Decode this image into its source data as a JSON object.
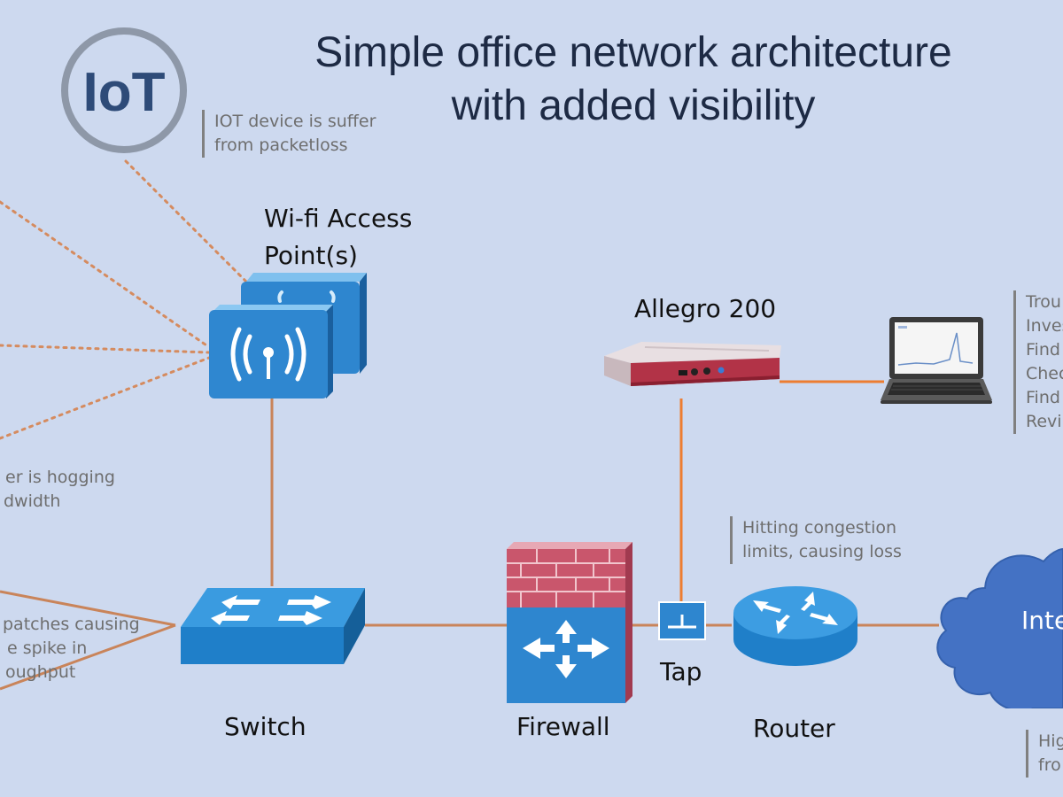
{
  "title": {
    "line1": "Simple office network architecture",
    "line2": "with added visibility"
  },
  "devices": {
    "iot": {
      "icon": "iot-icon",
      "glyph": "IoT"
    },
    "wifi": {
      "label_line1": "Wi-fi Access",
      "label_line2": "Point(s)",
      "icon": "wifi-access-point-icon"
    },
    "allegro": {
      "label": "Allegro 200",
      "icon": "allegro-appliance-icon"
    },
    "laptop": {
      "icon": "laptop-icon"
    },
    "switch": {
      "label": "Switch",
      "icon": "switch-icon"
    },
    "firewall": {
      "label": "Firewall",
      "icon": "firewall-icon"
    },
    "tap": {
      "label": "Tap",
      "icon": "tap-icon"
    },
    "router": {
      "label": "Router",
      "icon": "router-icon"
    },
    "internet": {
      "label": "Inte",
      "icon": "cloud-icon"
    }
  },
  "notes": {
    "iot_loss": [
      "IOT device is suffer",
      "from packetloss"
    ],
    "bandwidth": [
      "er is hogging",
      "dwidth"
    ],
    "patches": [
      "patches causing",
      "e spike in",
      "oughput"
    ],
    "congestion": [
      "Hitting congestion",
      "limits, causing loss"
    ],
    "laptop_tasks": [
      "Trou",
      "Inves",
      "Find",
      "Chec",
      "Find",
      "Revi"
    ],
    "internet_note": [
      "Hig",
      "fro"
    ]
  },
  "colors": {
    "background": "#cdd9ef",
    "wire": "#d58b5f",
    "wired_link": "#ed7d31",
    "device_blue": "#2e86cf",
    "cloud_blue": "#4472c4",
    "brick": "#c9566c"
  }
}
